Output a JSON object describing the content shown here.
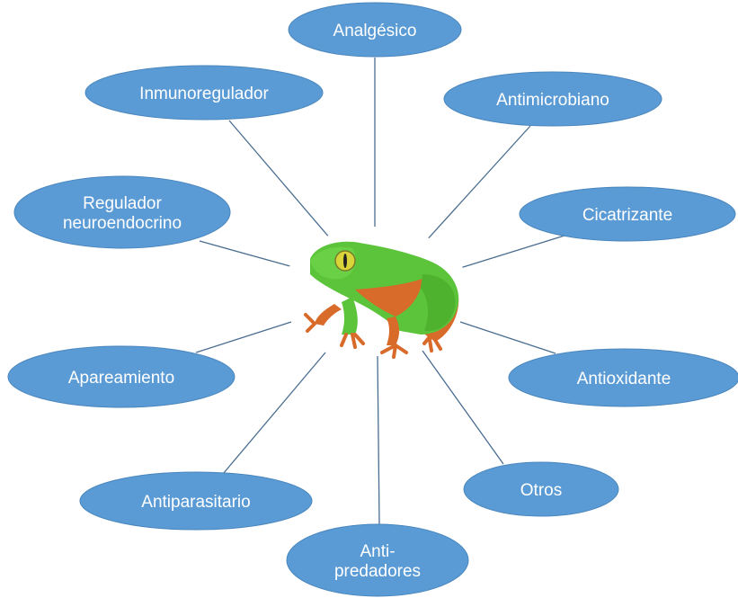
{
  "center": {
    "image": "frog-icon",
    "colors": {
      "body": "#5cc43a",
      "body_dark": "#3f9a25",
      "eye": "#d9d43a",
      "orange": "#d86a2a"
    }
  },
  "nodes": [
    {
      "id": "analgesico",
      "lines": [
        "Analgésico"
      ]
    },
    {
      "id": "antimicrobiano",
      "lines": [
        "Antimicrobiano"
      ]
    },
    {
      "id": "cicatrizante",
      "lines": [
        "Cicatrizante"
      ]
    },
    {
      "id": "antioxidante",
      "lines": [
        "Antioxidante"
      ]
    },
    {
      "id": "otros",
      "lines": [
        "Otros"
      ]
    },
    {
      "id": "anti-predadores",
      "lines": [
        "Anti-",
        "predadores"
      ]
    },
    {
      "id": "antiparasitario",
      "lines": [
        "Antiparasitario"
      ]
    },
    {
      "id": "apareamiento",
      "lines": [
        "Apareamiento"
      ]
    },
    {
      "id": "regulador-neuroendocrino",
      "lines": [
        "Regulador",
        "neuroendocrino"
      ]
    },
    {
      "id": "inmunoregulador",
      "lines": [
        "Inmunoregulador"
      ]
    }
  ],
  "colors": {
    "node_fill": "#5b9bd5",
    "node_text": "#ffffff",
    "connector": "#4a6d8f"
  }
}
